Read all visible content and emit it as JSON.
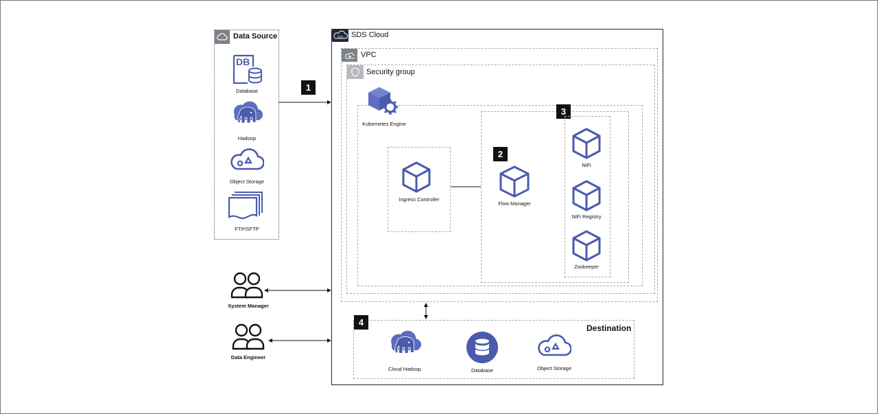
{
  "data_source": {
    "title": "Data Source",
    "items": [
      "Database",
      "Hadoop",
      "Object Storage",
      "FTP/SFTP"
    ],
    "db_glyph": "DB"
  },
  "cloud": {
    "title": "SDS Cloud",
    "logo_text": "SDS",
    "vpc": "VPC",
    "security_group": "Security group",
    "kubernetes": "Kubernetes Engine",
    "ingress": "Ingress Controller",
    "flow_manager": "Flow Manager",
    "nifi": "NiFi",
    "nifi_registry": "NiFi Registry",
    "zookeeper": "Zookeeper"
  },
  "users": {
    "system_manager": "System Manager",
    "data_engineer": "Data Engineer"
  },
  "destination": {
    "title": "Destination",
    "items": [
      "Cloud Hadoop",
      "Database",
      "Object Storage"
    ]
  },
  "badges": [
    "1",
    "2",
    "3",
    "4"
  ],
  "colors": {
    "icon": "#4a5aad",
    "group_icon": "#7c8288"
  }
}
